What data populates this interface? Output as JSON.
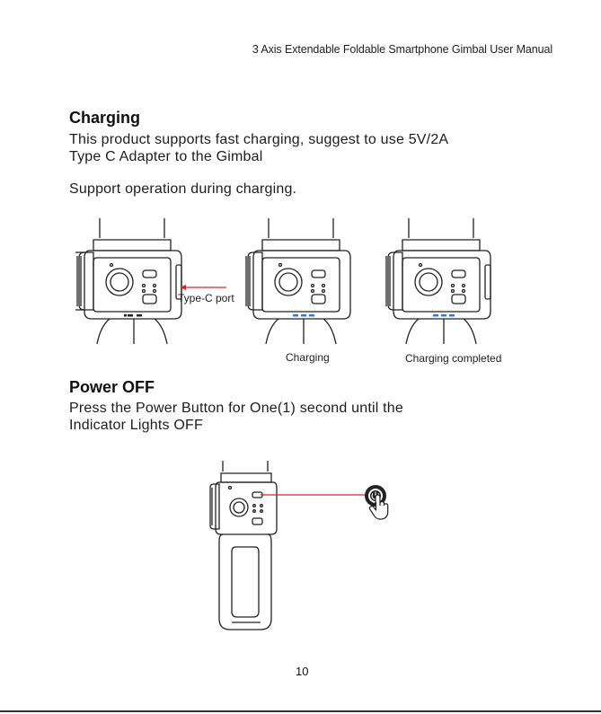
{
  "header": {
    "manual_title": "3 Axis Extendable Foldable Smartphone Gimbal User Manual"
  },
  "charging": {
    "title": "Charging",
    "line1": "This product supports fast charging, suggest to use 5V/2A",
    "line2": "Type C Adapter to the Gimbal",
    "line3": "Support operation during charging.",
    "captions": {
      "port": "Type-C port",
      "charging": "Charging",
      "completed": "Charging completed"
    },
    "colors": {
      "indicator_red": "#d9262c",
      "indicator_blue": "#2f7bd6"
    }
  },
  "power_off": {
    "title": "Power OFF",
    "line1": "Press the Power Button for One(1) second until the",
    "line2": "Indicator Lights  OFF",
    "icons": [
      "power-button-icon",
      "pressing-hand-icon"
    ]
  },
  "footer": {
    "page_number": "10"
  }
}
